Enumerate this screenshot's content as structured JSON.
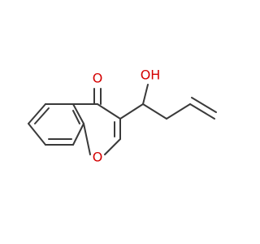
{
  "molecule": {
    "atoms": {
      "carbonyl_o": "O",
      "hydroxyl_oh": "OH",
      "ring_o": "O"
    },
    "colors": {
      "bond": "#3a3a3a",
      "heteroatom": "#d40000",
      "background": "#ffffff"
    }
  }
}
